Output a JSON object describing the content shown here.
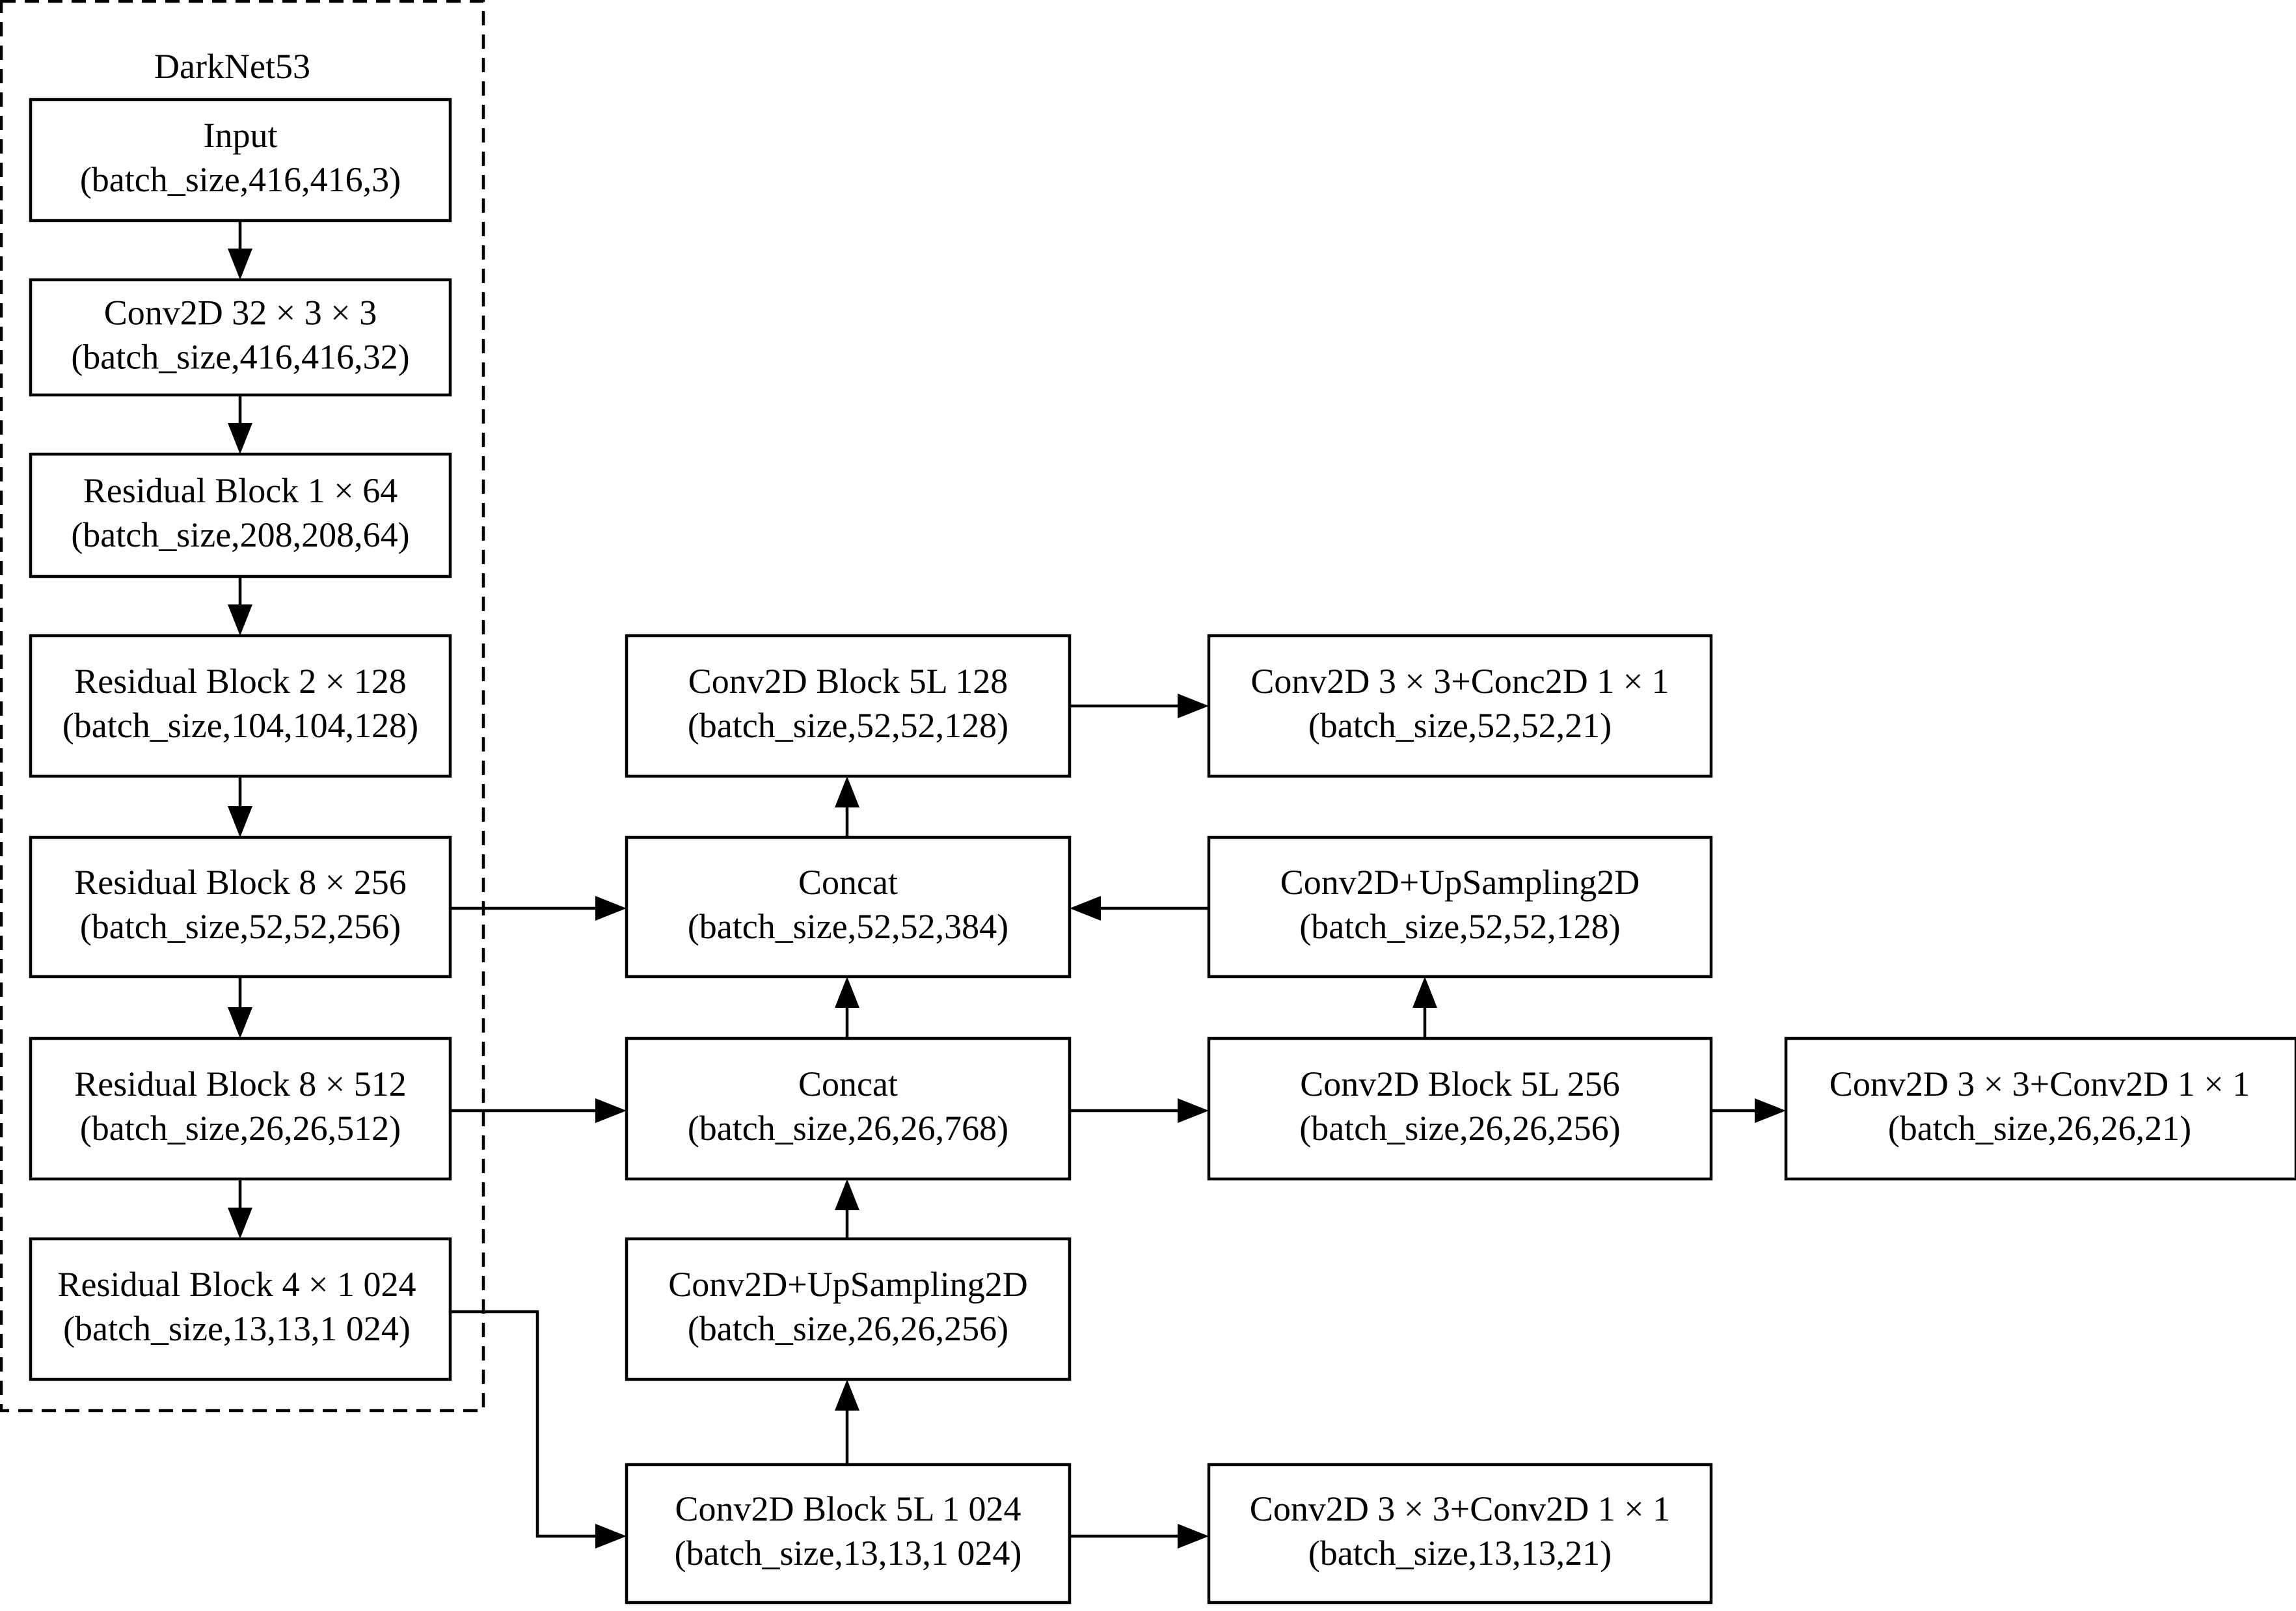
{
  "darknet_label": "DarkNet53",
  "nodes": [
    {
      "id": "input",
      "line1": "Input",
      "line2": "(batch_size,416,416,3)"
    },
    {
      "id": "conv2d-32",
      "line1": "Conv2D 32 × 3 × 3",
      "line2": "(batch_size,416,416,32)"
    },
    {
      "id": "residual-1x64",
      "line1": "Residual Block 1 × 64",
      "line2": "(batch_size,208,208,64)"
    },
    {
      "id": "residual-2x128",
      "line1": "Residual Block 2 × 128",
      "line2": "(batch_size,104,104,128)"
    },
    {
      "id": "residual-8x256",
      "line1": "Residual Block 8 × 256",
      "line2": "(batch_size,52,52,256)"
    },
    {
      "id": "residual-8x512",
      "line1": "Residual Block 8 × 512",
      "line2": "(batch_size,26,26,512)"
    },
    {
      "id": "residual-4x1024",
      "line1": "Residual Block 4 × 1 024",
      "line2": "(batch_size,13,13,1 024)"
    },
    {
      "id": "conv2d-block-5l-128",
      "line1": "Conv2D Block 5L 128",
      "line2": "(batch_size,52,52,128)"
    },
    {
      "id": "concat-52",
      "line1": "Concat",
      "line2": "(batch_size,52,52,384)"
    },
    {
      "id": "concat-26",
      "line1": "Concat",
      "line2": "(batch_size,26,26,768)"
    },
    {
      "id": "upsampling-26",
      "line1": "Conv2D+UpSampling2D",
      "line2": "(batch_size,26,26,256)"
    },
    {
      "id": "conv2d-block-5l-1024",
      "line1": "Conv2D Block 5L 1 024",
      "line2": "(batch_size,13,13,1 024)"
    },
    {
      "id": "output-52",
      "line1": "Conv2D 3 × 3+Conc2D 1 × 1",
      "line2": "(batch_size,52,52,21)"
    },
    {
      "id": "upsampling-52",
      "line1": "Conv2D+UpSampling2D",
      "line2": "(batch_size,52,52,128)"
    },
    {
      "id": "conv2d-block-5l-256",
      "line1": "Conv2D Block 5L 256",
      "line2": "(batch_size,26,26,256)"
    },
    {
      "id": "output-13",
      "line1": "Conv2D 3 × 3+Conv2D 1 × 1",
      "line2": "(batch_size,13,13,21)"
    },
    {
      "id": "output-26",
      "line1": "Conv2D 3 × 3+Conv2D 1 × 1",
      "line2": "(batch_size,26,26,21)"
    }
  ],
  "edges": [
    {
      "from": "input",
      "to": "conv2d-32"
    },
    {
      "from": "conv2d-32",
      "to": "residual-1x64"
    },
    {
      "from": "residual-1x64",
      "to": "residual-2x128"
    },
    {
      "from": "residual-2x128",
      "to": "residual-8x256"
    },
    {
      "from": "residual-8x256",
      "to": "residual-8x512"
    },
    {
      "from": "residual-8x512",
      "to": "residual-4x1024"
    },
    {
      "from": "residual-8x256",
      "to": "concat-52"
    },
    {
      "from": "residual-8x512",
      "to": "concat-26"
    },
    {
      "from": "residual-4x1024",
      "to": "conv2d-block-5l-1024"
    },
    {
      "from": "conv2d-block-5l-1024",
      "to": "upsampling-26"
    },
    {
      "from": "conv2d-block-5l-1024",
      "to": "output-13"
    },
    {
      "from": "upsampling-26",
      "to": "concat-26"
    },
    {
      "from": "concat-26",
      "to": "concat-52"
    },
    {
      "from": "concat-26",
      "to": "conv2d-block-5l-256"
    },
    {
      "from": "conv2d-block-5l-256",
      "to": "upsampling-52"
    },
    {
      "from": "conv2d-block-5l-256",
      "to": "output-26"
    },
    {
      "from": "upsampling-52",
      "to": "concat-52"
    },
    {
      "from": "concat-52",
      "to": "conv2d-block-5l-128"
    },
    {
      "from": "conv2d-block-5l-128",
      "to": "output-52"
    }
  ]
}
